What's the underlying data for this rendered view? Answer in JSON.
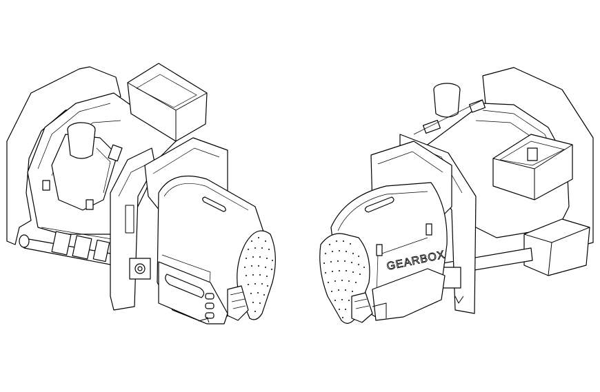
{
  "drawing": {
    "views": [
      {
        "name": "mixer-left-view"
      },
      {
        "name": "mixer-right-view"
      }
    ],
    "gearbox_label": "GEARBOX"
  }
}
